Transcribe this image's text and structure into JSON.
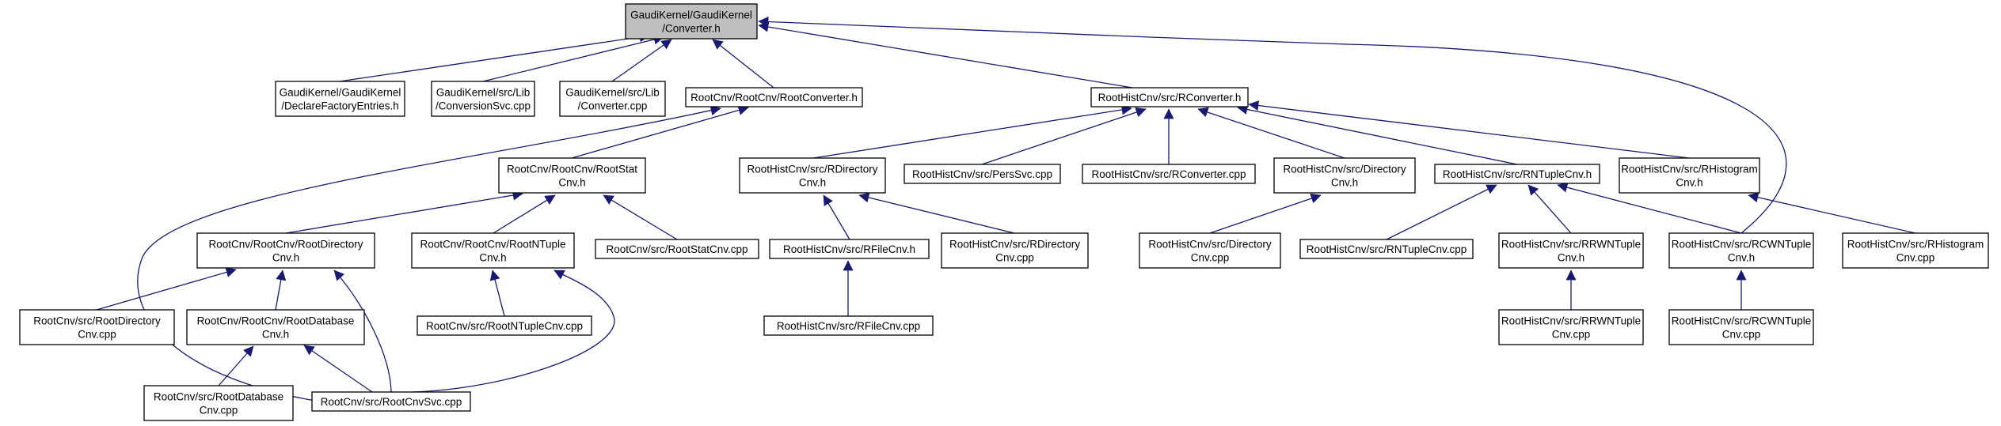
{
  "colors": {
    "edge": "#191970",
    "node_fill": "#ffffff",
    "root_fill": "#bfbfbf",
    "border": "#000000"
  },
  "nodes": [
    {
      "id": "n0",
      "lines": [
        "GaudiKernel/GaudiKernel",
        "/Converter.h"
      ],
      "root": true
    },
    {
      "id": "n1",
      "lines": [
        "GaudiKernel/GaudiKernel",
        "/DeclareFactoryEntries.h"
      ]
    },
    {
      "id": "n2",
      "lines": [
        "GaudiKernel/src/Lib",
        "/ConversionSvc.cpp"
      ]
    },
    {
      "id": "n3",
      "lines": [
        "GaudiKernel/src/Lib",
        "/Converter.cpp"
      ]
    },
    {
      "id": "n4",
      "lines": [
        "RootCnv/RootCnv/RootConverter.h"
      ]
    },
    {
      "id": "n5",
      "lines": [
        "RootHistCnv/src/RConverter.h"
      ]
    },
    {
      "id": "n6",
      "lines": [
        "RootCnv/RootCnv/RootStat",
        "Cnv.h"
      ]
    },
    {
      "id": "n7",
      "lines": [
        "RootHistCnv/src/RDirectory",
        "Cnv.h"
      ]
    },
    {
      "id": "n8",
      "lines": [
        "RootHistCnv/src/PersSvc.cpp"
      ]
    },
    {
      "id": "n9",
      "lines": [
        "RootHistCnv/src/RConverter.cpp"
      ]
    },
    {
      "id": "n10",
      "lines": [
        "RootHistCnv/src/Directory",
        "Cnv.h"
      ]
    },
    {
      "id": "n11",
      "lines": [
        "RootHistCnv/src/RNTupleCnv.h"
      ]
    },
    {
      "id": "n12",
      "lines": [
        "RootHistCnv/src/RHistogram",
        "Cnv.h"
      ]
    },
    {
      "id": "n13",
      "lines": [
        "RootCnv/RootCnv/RootDirectory",
        "Cnv.h"
      ]
    },
    {
      "id": "n14",
      "lines": [
        "RootCnv/RootCnv/RootNTuple",
        "Cnv.h"
      ]
    },
    {
      "id": "n15",
      "lines": [
        "RootCnv/src/RootStatCnv.cpp"
      ]
    },
    {
      "id": "n16",
      "lines": [
        "RootHistCnv/src/RFileCnv.h"
      ]
    },
    {
      "id": "n17",
      "lines": [
        "RootHistCnv/src/RDirectory",
        "Cnv.cpp"
      ]
    },
    {
      "id": "n18",
      "lines": [
        "RootHistCnv/src/Directory",
        "Cnv.cpp"
      ]
    },
    {
      "id": "n19",
      "lines": [
        "RootHistCnv/src/RNTupleCnv.cpp"
      ]
    },
    {
      "id": "n20",
      "lines": [
        "RootHistCnv/src/RRWNTuple",
        "Cnv.h"
      ]
    },
    {
      "id": "n21",
      "lines": [
        "RootHistCnv/src/RCWNTuple",
        "Cnv.h"
      ]
    },
    {
      "id": "n22",
      "lines": [
        "RootHistCnv/src/RHistogram",
        "Cnv.cpp"
      ]
    },
    {
      "id": "n23",
      "lines": [
        "RootCnv/src/RootDirectory",
        "Cnv.cpp"
      ]
    },
    {
      "id": "n24",
      "lines": [
        "RootCnv/RootCnv/RootDatabase",
        "Cnv.h"
      ]
    },
    {
      "id": "n25",
      "lines": [
        "RootCnv/src/RootNTupleCnv.cpp"
      ]
    },
    {
      "id": "n26",
      "lines": [
        "RootHistCnv/src/RFileCnv.cpp"
      ]
    },
    {
      "id": "n27",
      "lines": [
        "RootHistCnv/src/RRWNTuple",
        "Cnv.cpp"
      ]
    },
    {
      "id": "n28",
      "lines": [
        "RootHistCnv/src/RCWNTuple",
        "Cnv.cpp"
      ]
    },
    {
      "id": "n29",
      "lines": [
        "RootCnv/src/RootDatabase",
        "Cnv.cpp"
      ]
    },
    {
      "id": "n30",
      "lines": [
        "RootCnv/src/RootCnvSvc.cpp"
      ]
    }
  ],
  "edges": [
    {
      "from": "n1",
      "to": "n0"
    },
    {
      "from": "n2",
      "to": "n0"
    },
    {
      "from": "n3",
      "to": "n0"
    },
    {
      "from": "n4",
      "to": "n0"
    },
    {
      "from": "n5",
      "to": "n0"
    },
    {
      "from": "n21",
      "to": "n0"
    },
    {
      "from": "n6",
      "to": "n4"
    },
    {
      "from": "n30",
      "to": "n4"
    },
    {
      "from": "n7",
      "to": "n5"
    },
    {
      "from": "n8",
      "to": "n5"
    },
    {
      "from": "n9",
      "to": "n5"
    },
    {
      "from": "n10",
      "to": "n5"
    },
    {
      "from": "n11",
      "to": "n5"
    },
    {
      "from": "n12",
      "to": "n5"
    },
    {
      "from": "n13",
      "to": "n6"
    },
    {
      "from": "n14",
      "to": "n6"
    },
    {
      "from": "n15",
      "to": "n6"
    },
    {
      "from": "n16",
      "to": "n7"
    },
    {
      "from": "n17",
      "to": "n7"
    },
    {
      "from": "n18",
      "to": "n10"
    },
    {
      "from": "n19",
      "to": "n11"
    },
    {
      "from": "n20",
      "to": "n11"
    },
    {
      "from": "n21",
      "to": "n11"
    },
    {
      "from": "n22",
      "to": "n12"
    },
    {
      "from": "n23",
      "to": "n13"
    },
    {
      "from": "n24",
      "to": "n13"
    },
    {
      "from": "n30",
      "to": "n13"
    },
    {
      "from": "n25",
      "to": "n14"
    },
    {
      "from": "n30",
      "to": "n14"
    },
    {
      "from": "n26",
      "to": "n16"
    },
    {
      "from": "n27",
      "to": "n20"
    },
    {
      "from": "n28",
      "to": "n21"
    },
    {
      "from": "n29",
      "to": "n24"
    },
    {
      "from": "n30",
      "to": "n24"
    }
  ]
}
